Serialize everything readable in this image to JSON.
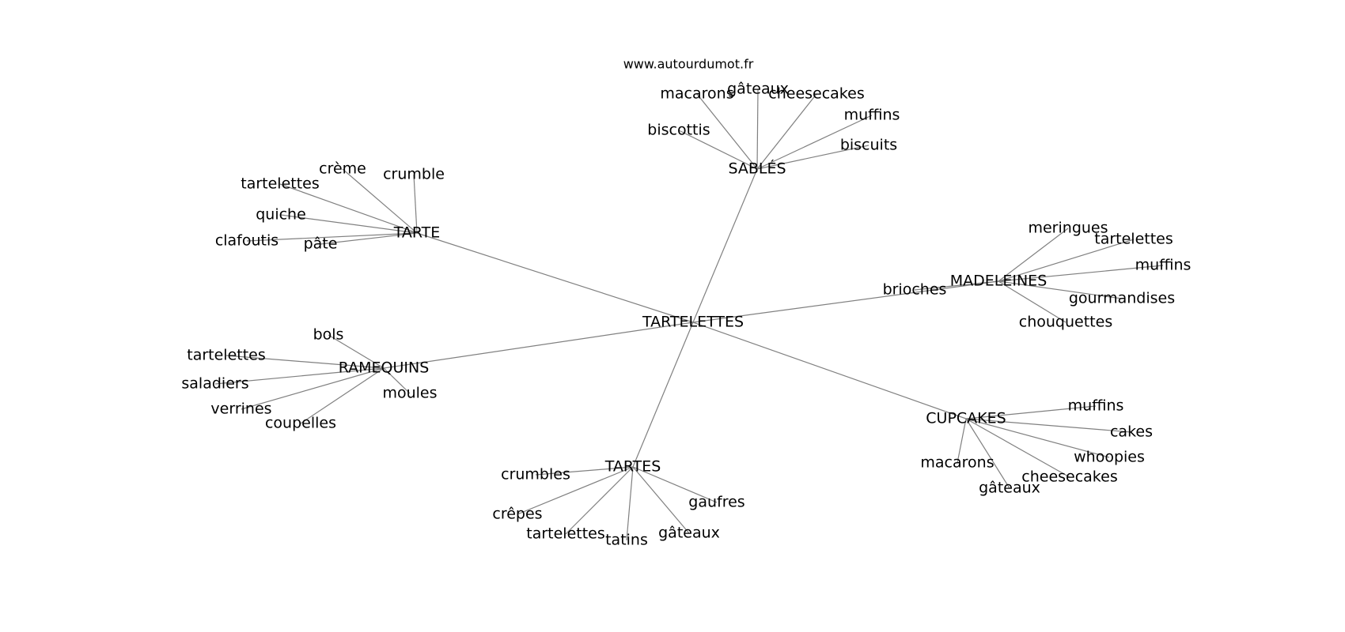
{
  "site": "www.autourdumot.fr",
  "graph": {
    "center": "TARTELETTES",
    "groups": [
      {
        "name": "SABLÉS",
        "leaves": [
          "macarons",
          "gâteaux",
          "cheesecakes",
          "muffins",
          "biscottis",
          "biscuits"
        ]
      },
      {
        "name": "TARTE",
        "leaves": [
          "crème",
          "crumble",
          "tartelettes",
          "quiche",
          "clafoutis",
          "pâte"
        ]
      },
      {
        "name": "MADELEINES",
        "leaves": [
          "meringues",
          "tartelettes",
          "muffins",
          "brioches",
          "gourmandises",
          "chouquettes"
        ]
      },
      {
        "name": "RAMEQUINS",
        "leaves": [
          "bols",
          "tartelettes",
          "saladiers",
          "moules",
          "verrines",
          "coupelles"
        ]
      },
      {
        "name": "CUPCAKES",
        "leaves": [
          "muffins",
          "cakes",
          "whoopies",
          "macarons",
          "cheesecakes",
          "gâteaux"
        ]
      },
      {
        "name": "TARTES",
        "leaves": [
          "crumbles",
          "gaufres",
          "crêpes",
          "gâteaux",
          "tartelettes",
          "tatins"
        ]
      }
    ]
  }
}
